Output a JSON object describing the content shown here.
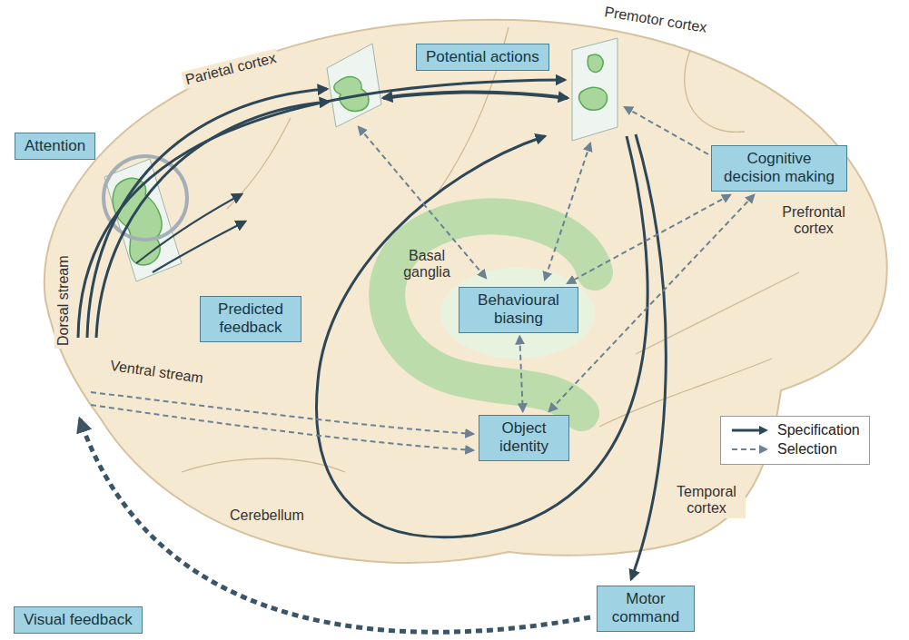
{
  "diagram": {
    "nodes": [
      {
        "text": [
          "Potential actions"
        ]
      },
      {
        "text": [
          "Attention"
        ]
      },
      {
        "text": [
          "Cognitive decision making"
        ]
      },
      {
        "text": [
          "Behavioural biasing"
        ]
      },
      {
        "text": [
          "Predicted feedback"
        ]
      },
      {
        "text": [
          "Object identity"
        ]
      },
      {
        "text": [
          "Motor command"
        ]
      },
      {
        "text": [
          "Visual feedback"
        ]
      }
    ],
    "edges": [
      {
        "from": 2,
        "to": 3,
        "arrow": "both"
      },
      {
        "from": 2,
        "to": 5,
        "arrow": "both"
      },
      {
        "from": 3,
        "to": 5,
        "arrow": "both"
      }
    ],
    "labels": [
      "Parietal cortex",
      "Premotor cortex",
      "Prefrontal cortex",
      "Basal ganglia",
      "Dorsal stream",
      "Ventral stream",
      "Cerebellum",
      "Temporal cortex"
    ],
    "legend": [
      {
        "text": "Specification"
      },
      {
        "text": "Selection"
      }
    ]
  }
}
